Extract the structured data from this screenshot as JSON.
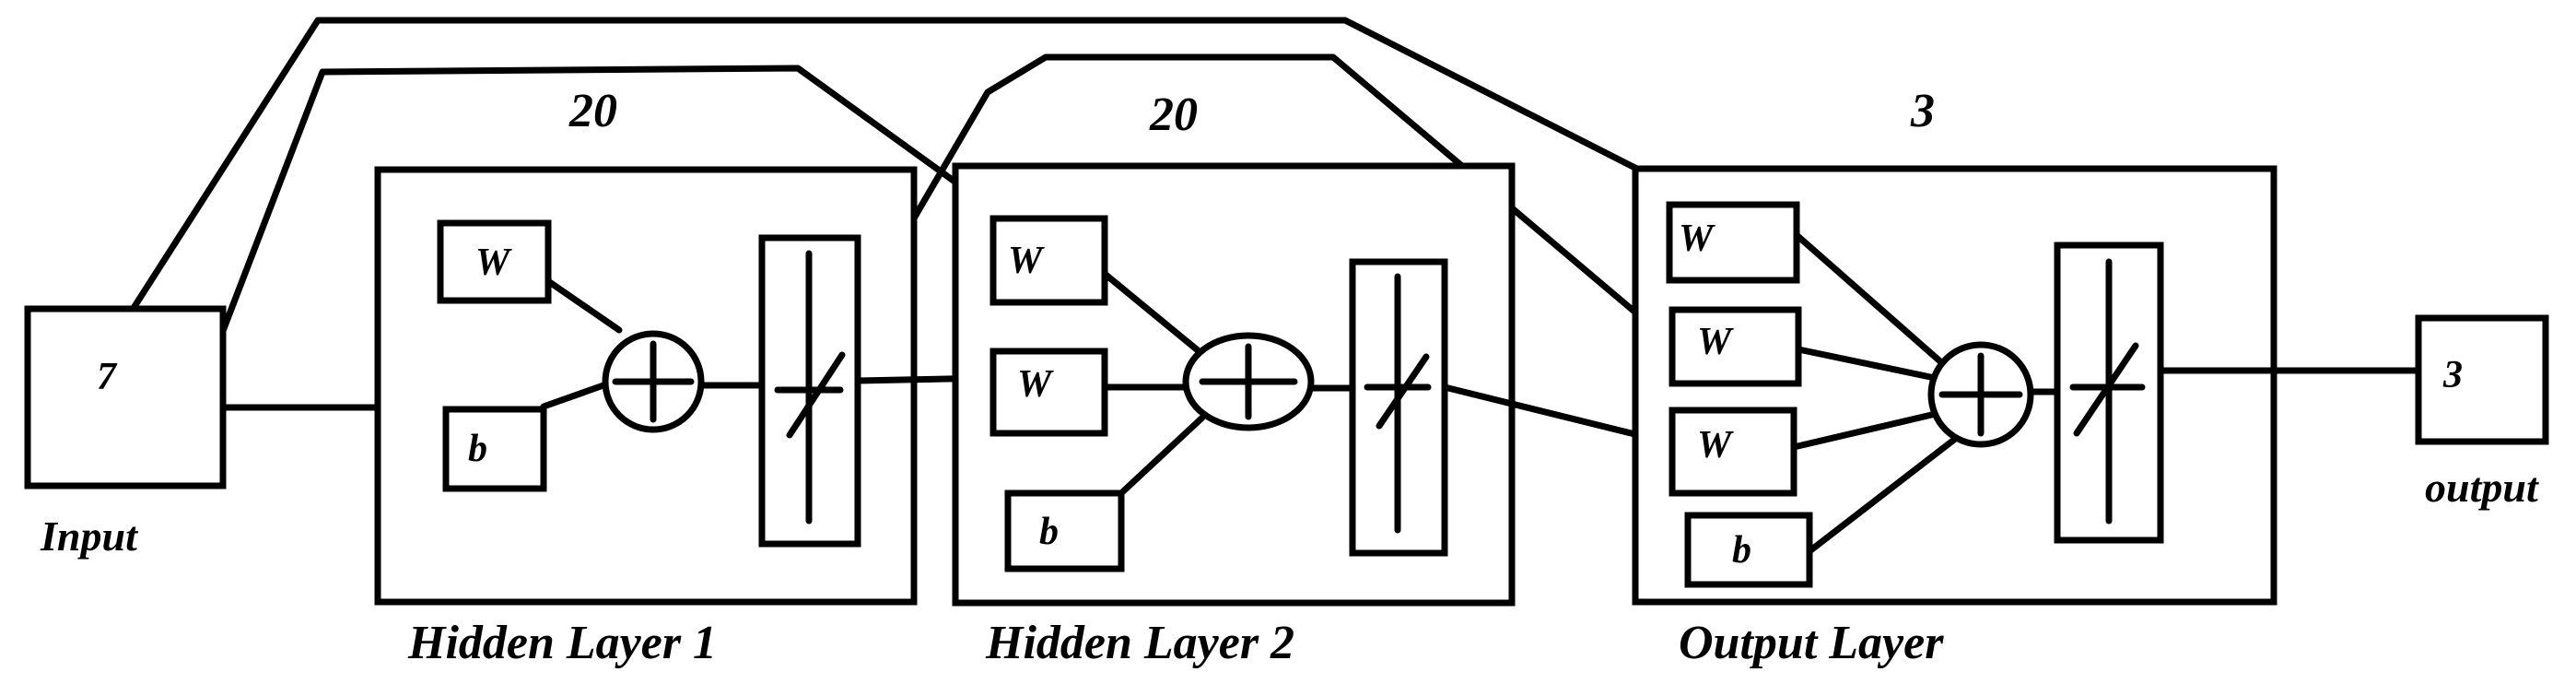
{
  "input": {
    "value": "7",
    "label": "Input"
  },
  "output": {
    "value": "3",
    "label": "output"
  },
  "layers": [
    {
      "size": "20",
      "label": "Hidden Layer 1",
      "weights": [
        "W"
      ],
      "bias": "b"
    },
    {
      "size": "20",
      "label": "Hidden Layer 2",
      "weights": [
        "W",
        "W"
      ],
      "bias": "b"
    },
    {
      "size": "3",
      "label": "Output Layer",
      "weights": [
        "W",
        "W",
        "W"
      ],
      "bias": "b"
    }
  ]
}
